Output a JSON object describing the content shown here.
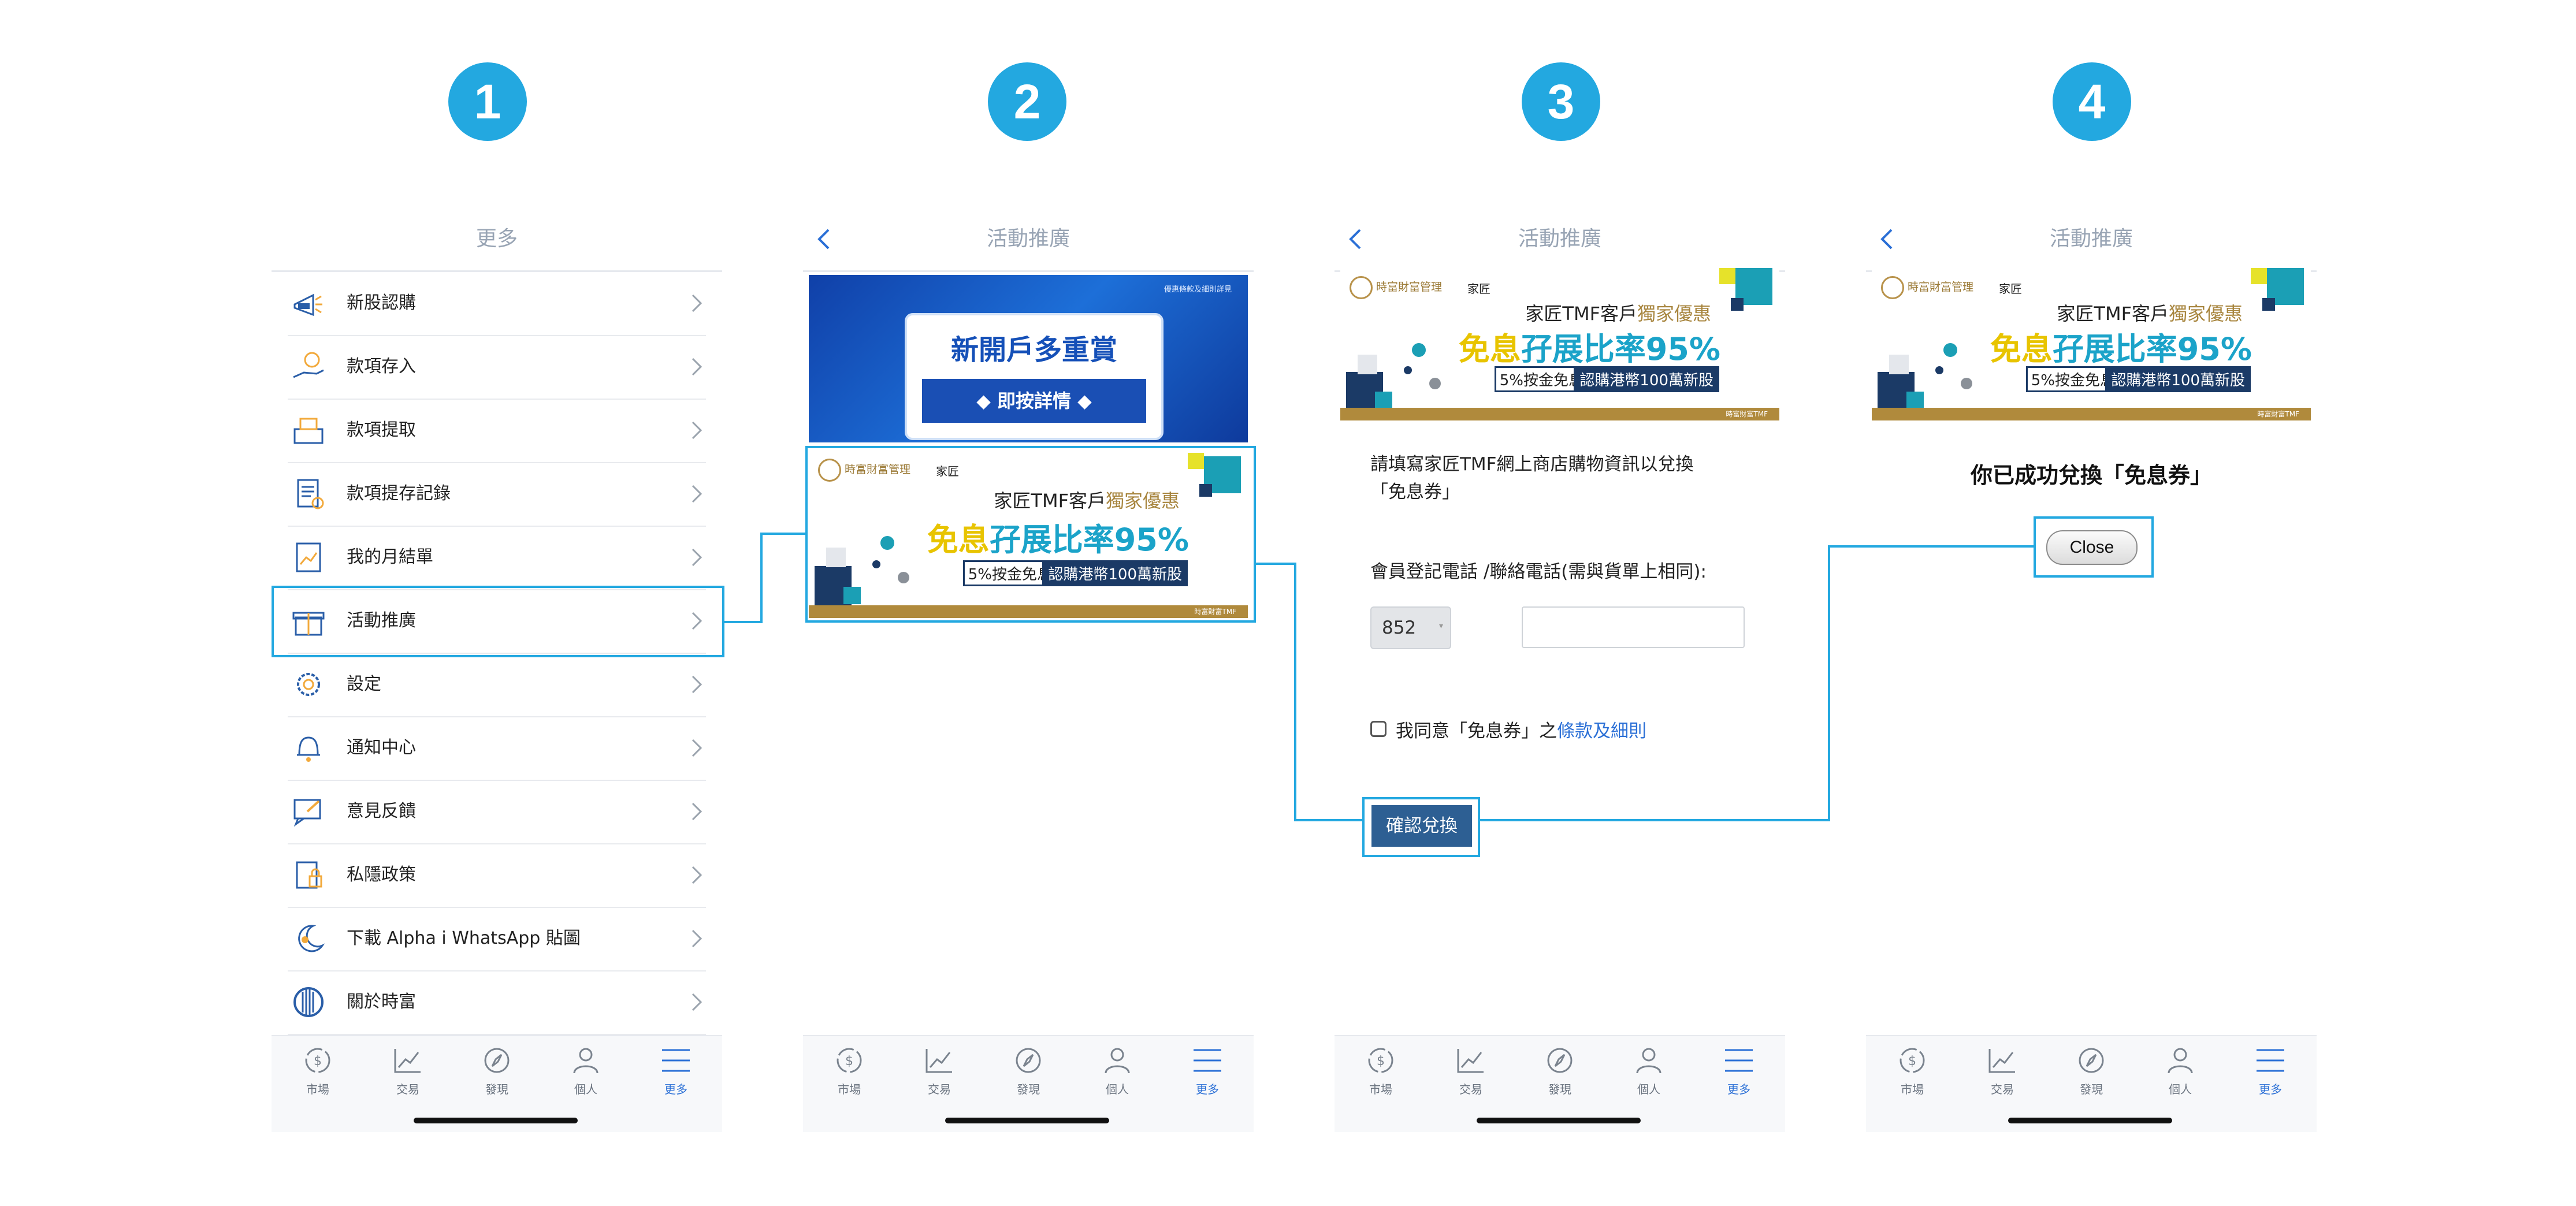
{
  "steps": [
    "1",
    "2",
    "3",
    "4"
  ],
  "screen1": {
    "title": "更多",
    "menu": [
      {
        "label": "新股認購",
        "icon": "ipo-megaphone-icon"
      },
      {
        "label": "款項存入",
        "icon": "deposit-hand-icon"
      },
      {
        "label": "款項提取",
        "icon": "withdraw-cash-icon"
      },
      {
        "label": "款項提存記錄",
        "icon": "record-document-icon"
      },
      {
        "label": "我的月結單",
        "icon": "statement-chart-icon"
      },
      {
        "label": "活動推廣",
        "icon": "gift-icon"
      },
      {
        "label": "設定",
        "icon": "gear-icon"
      },
      {
        "label": "通知中心",
        "icon": "bell-icon"
      },
      {
        "label": "意見反饋",
        "icon": "feedback-icon"
      },
      {
        "label": "私隱政策",
        "icon": "privacy-lock-icon"
      },
      {
        "label": "下載 Alpha i WhatsApp 貼圖",
        "icon": "sticker-icon"
      },
      {
        "label": "關於時富",
        "icon": "company-logo-icon"
      }
    ]
  },
  "tabs": [
    "市場",
    "交易",
    "發現",
    "個人",
    "更多"
  ],
  "screen2": {
    "title": "活動推廣",
    "promo_small": "優惠條款及細則詳見",
    "promo_title": "新開戶多重賞",
    "promo_button": "◆ 即按詳情 ◆"
  },
  "tmf_banner": {
    "logo_text": "時富財富管理",
    "brand_text": "家匠",
    "headline_a": "家匠TMF客戶",
    "headline_b": "獨家優惠",
    "big_a": "免息",
    "big_b": "孖展比率95%",
    "chip1": "5%按金免息",
    "chip2": "認購港幣100萬新股",
    "footer": "時富財富TMF"
  },
  "screen3": {
    "title": "活動推廣",
    "instruction": "請填寫家匠TMF網上商店購物資訊以兌換「免息券」",
    "phone_label": "會員登記電話 /聯絡電話(需與貨單上相同):",
    "country_code": "852",
    "phone_value": "",
    "agree_text": "我同意「免息券」之",
    "terms_link": "條款及細則",
    "confirm_button": "確認兌換"
  },
  "screen4": {
    "title": "活動推廣",
    "success": "你已成功兌換「免息券」",
    "close_button": "Close"
  },
  "colors": {
    "accent": "#23a8e0",
    "nav_active": "#2a6fd6",
    "confirm_bg": "#2d5f93",
    "gold": "#a8863f",
    "navy": "#1b3a66"
  }
}
